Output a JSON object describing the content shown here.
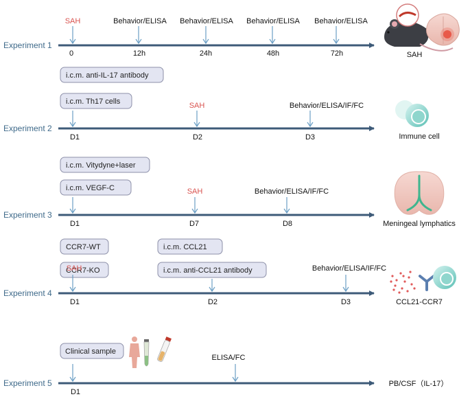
{
  "colors": {
    "axis": "#3d5a78",
    "arrow": "#6a9ec4",
    "box_fill": "#e3e5f2",
    "box_stroke": "#8c8fa8",
    "label_blue": "#3f6a8a",
    "sah_red": "#d9534f"
  },
  "experiments": [
    {
      "label": "Experiment 1",
      "ticks": [
        "0",
        "12h",
        "24h",
        "48h",
        "72h"
      ],
      "events": [
        "SAH",
        "Behavior/ELISA",
        "Behavior/ELISA",
        "Behavior/ELISA",
        "Behavior/ELISA"
      ],
      "boxes": [],
      "icon": "mouse-brain-icon",
      "icon_label": "SAH"
    },
    {
      "label": "Experiment 2",
      "ticks": [
        "D1",
        "D2",
        "D3"
      ],
      "events": [
        "SAH",
        "Behavior/ELISA/IF/FC"
      ],
      "boxes": [
        "i.c.m. anti-IL-17 antibody",
        "i.c.m. Th17 cells"
      ],
      "icon": "immune-cell-icon",
      "icon_label": "Immune cell"
    },
    {
      "label": "Experiment 3",
      "ticks": [
        "D1",
        "D7",
        "D8"
      ],
      "events": [
        "SAH",
        "Behavior/ELISA/IF/FC"
      ],
      "boxes": [
        "i.c.m. Vitydyne+laser",
        "i.c.m. VEGF-C"
      ],
      "icon": "brain-lymphatics-icon",
      "icon_label": "Meningeal lymphatics"
    },
    {
      "label": "Experiment 4",
      "ticks": [
        "D1",
        "D2",
        "D3"
      ],
      "events": [
        "SAH",
        "Behavior/ELISA/IF/FC"
      ],
      "boxes": [
        "CCR7-WT",
        "CCR7-KO",
        "i.c.m. CCL21",
        "i.c.m. anti-CCL21 antibody"
      ],
      "icon": "ccl21-ccr7-icon",
      "icon_label": "CCL21-CCR7"
    },
    {
      "label": "Experiment 5",
      "ticks": [
        "D1"
      ],
      "events": [
        "ELISA/FC"
      ],
      "boxes": [
        "Clinical sample"
      ],
      "icon": "clinical-sample-icon",
      "icon_label": "PB/CSF（IL-17）"
    }
  ]
}
